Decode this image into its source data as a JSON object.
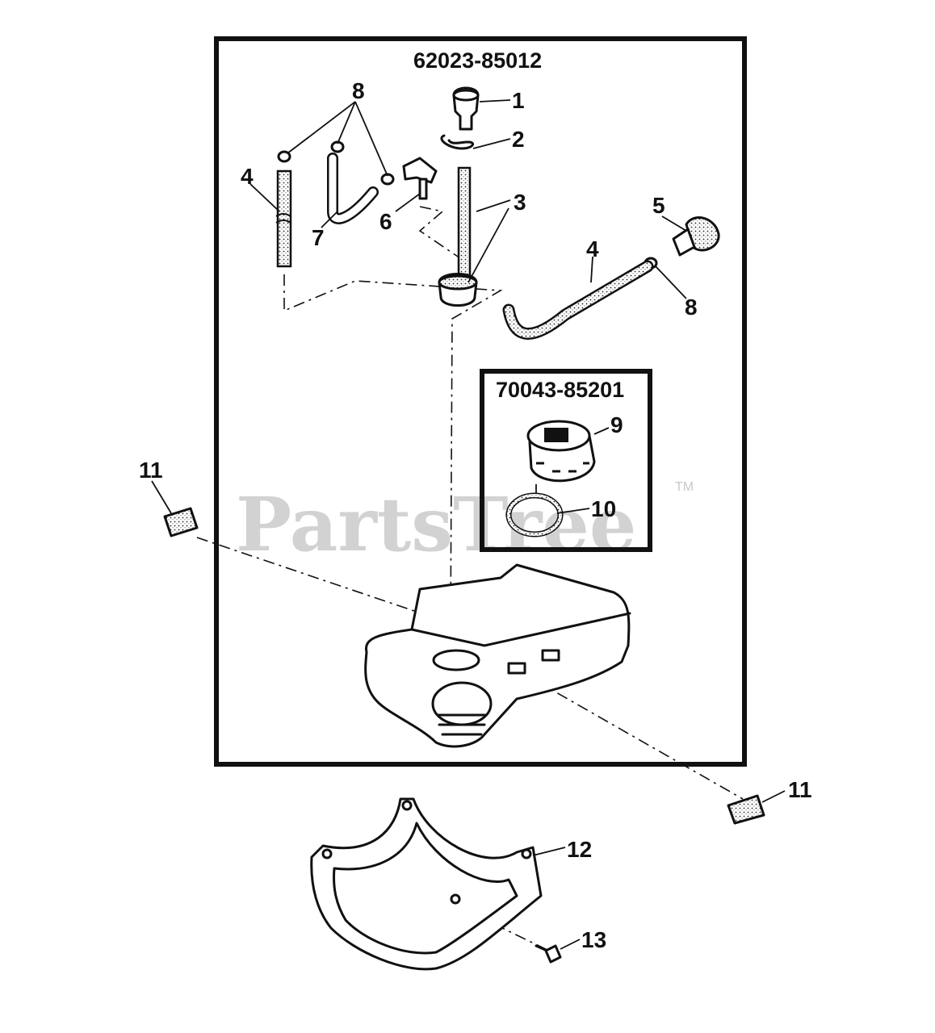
{
  "diagram": {
    "kits": [
      {
        "part_number": "62023-85012"
      },
      {
        "part_number": "70043-85201"
      }
    ],
    "callouts": [
      "1",
      "2",
      "3",
      "4",
      "5",
      "6",
      "7",
      "8",
      "8",
      "4",
      "11",
      "9",
      "10",
      "11",
      "12",
      "13"
    ],
    "watermark": {
      "text": "PartsTree",
      "trademark": "TM"
    },
    "colors": {
      "ink": "#111111",
      "watermark": "#d2d2d2",
      "background": "#ffffff"
    },
    "icons": [
      "fuel-filter-icon",
      "clip-icon",
      "fuel-line-icon",
      "grommet-icon",
      "elbow-fitting-icon",
      "fuel-cap-icon",
      "gasket-ring-icon",
      "rubber-mount-icon",
      "fuel-tank-icon",
      "tank-bracket-icon",
      "bolt-icon"
    ]
  }
}
